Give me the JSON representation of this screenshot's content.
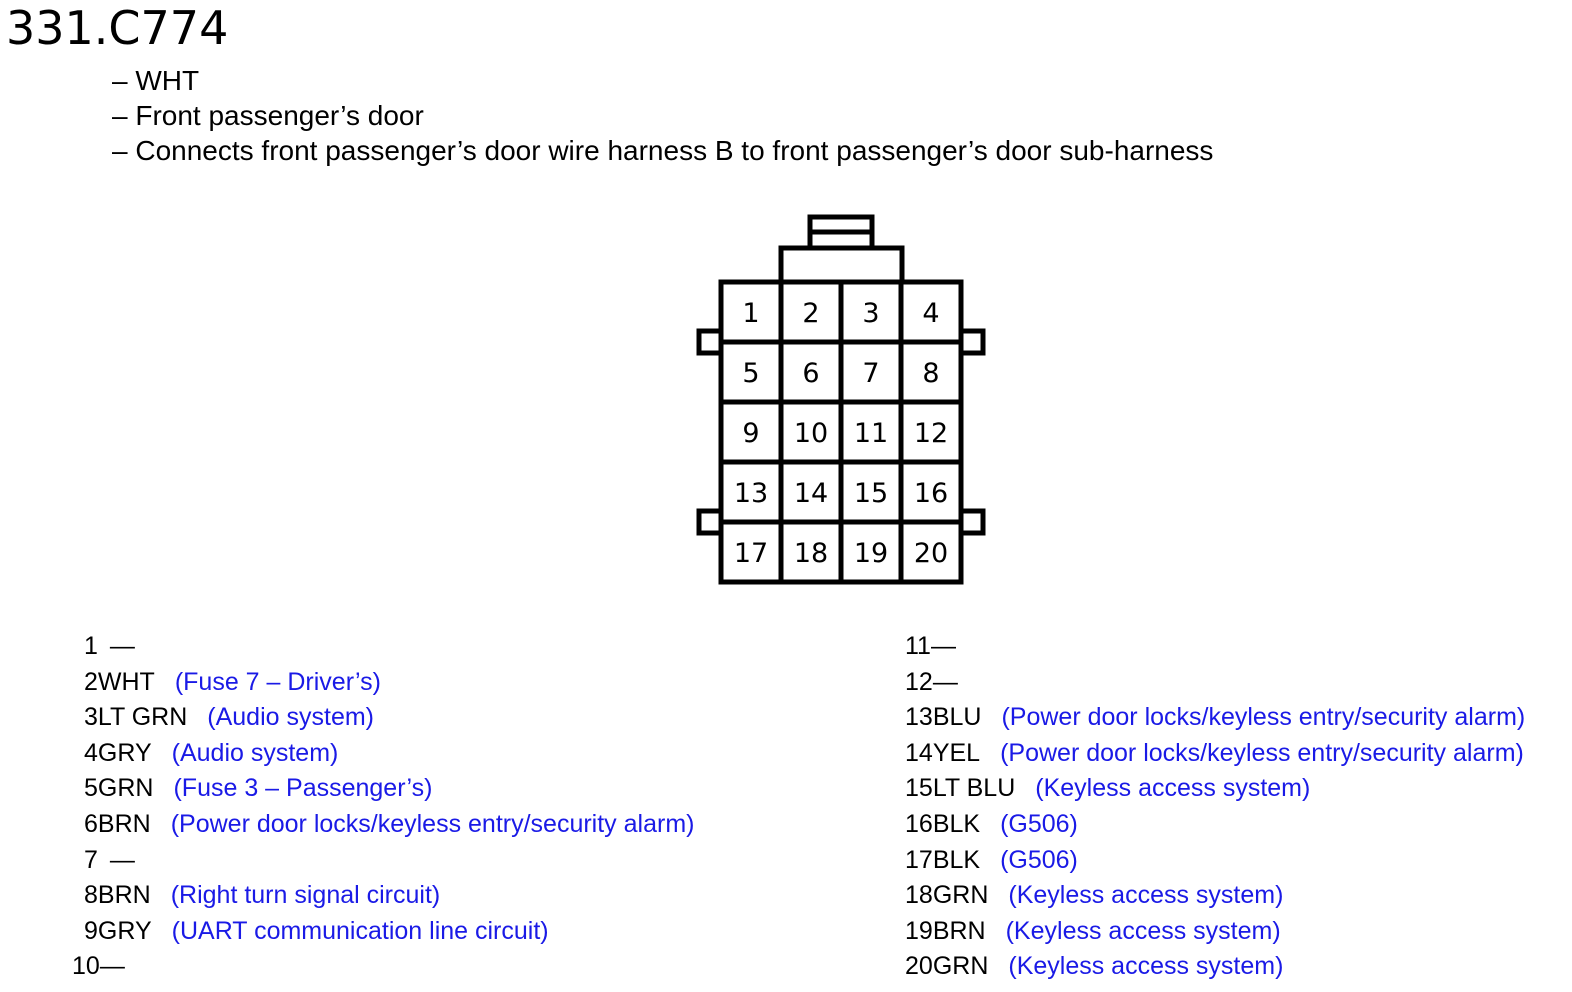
{
  "title": "331.C774",
  "description": [
    "– WHT",
    "– Front passenger’s door",
    "– Connects front passenger’s door wire harness B to front passenger’s door sub-harness"
  ],
  "connector": {
    "pins": [
      "1",
      "2",
      "3",
      "4",
      "5",
      "6",
      "7",
      "8",
      "9",
      "10",
      "11",
      "12",
      "13",
      "14",
      "15",
      "16",
      "17",
      "18",
      "19",
      "20"
    ]
  },
  "pinout_left": [
    {
      "num": "1",
      "color": "—",
      "desc": ""
    },
    {
      "num": "2",
      "color": "WHT",
      "desc": "(Fuse 7 – Driver’s)"
    },
    {
      "num": "3",
      "color": "LT GRN",
      "desc": "(Audio system)"
    },
    {
      "num": "4",
      "color": "GRY",
      "desc": "(Audio system)"
    },
    {
      "num": "5",
      "color": "GRN",
      "desc": "(Fuse 3 – Passenger’s)"
    },
    {
      "num": "6",
      "color": "BRN",
      "desc": "(Power door locks/keyless entry/security alarm)"
    },
    {
      "num": "7",
      "color": "—",
      "desc": ""
    },
    {
      "num": "8",
      "color": "BRN",
      "desc": "(Right turn signal circuit)"
    },
    {
      "num": "9",
      "color": "GRY",
      "desc": "(UART communication line circuit)"
    },
    {
      "num": "10",
      "color": "—",
      "desc": ""
    }
  ],
  "pinout_right": [
    {
      "num": "11",
      "color": "—",
      "desc": ""
    },
    {
      "num": "12",
      "color": "—",
      "desc": ""
    },
    {
      "num": "13",
      "color": "BLU",
      "desc": "(Power door locks/keyless entry/security alarm)"
    },
    {
      "num": "14",
      "color": "YEL",
      "desc": "(Power door locks/keyless entry/security alarm)"
    },
    {
      "num": "15",
      "color": "LT BLU",
      "desc": "(Keyless access system)"
    },
    {
      "num": "16",
      "color": "BLK",
      "desc": "(G506)"
    },
    {
      "num": "17",
      "color": "BLK",
      "desc": "(G506)"
    },
    {
      "num": "18",
      "color": "GRN",
      "desc": "(Keyless access system)"
    },
    {
      "num": "19",
      "color": "BRN",
      "desc": "(Keyless access system)"
    },
    {
      "num": "20",
      "color": "GRN",
      "desc": "(Keyless access system)"
    }
  ],
  "colors": {
    "text": "#000000",
    "link_desc": "#1a1ae6",
    "outline": "#000000"
  }
}
